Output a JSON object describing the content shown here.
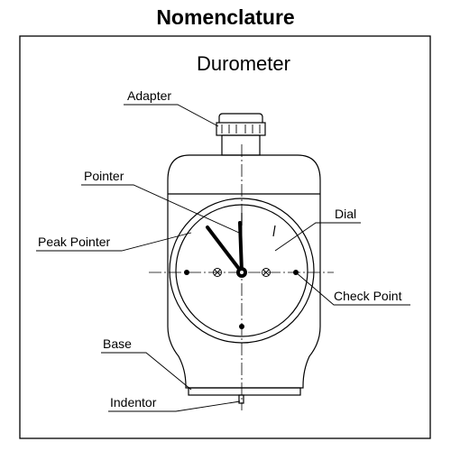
{
  "title": "Nomenclature",
  "subtitle": "Durometer",
  "labels": {
    "adapter": "Adapter",
    "pointer": "Pointer",
    "peak_pointer": "Peak Pointer",
    "dial": "Dial",
    "check_point": "Check Point",
    "base": "Base",
    "indentor": "Indentor"
  }
}
